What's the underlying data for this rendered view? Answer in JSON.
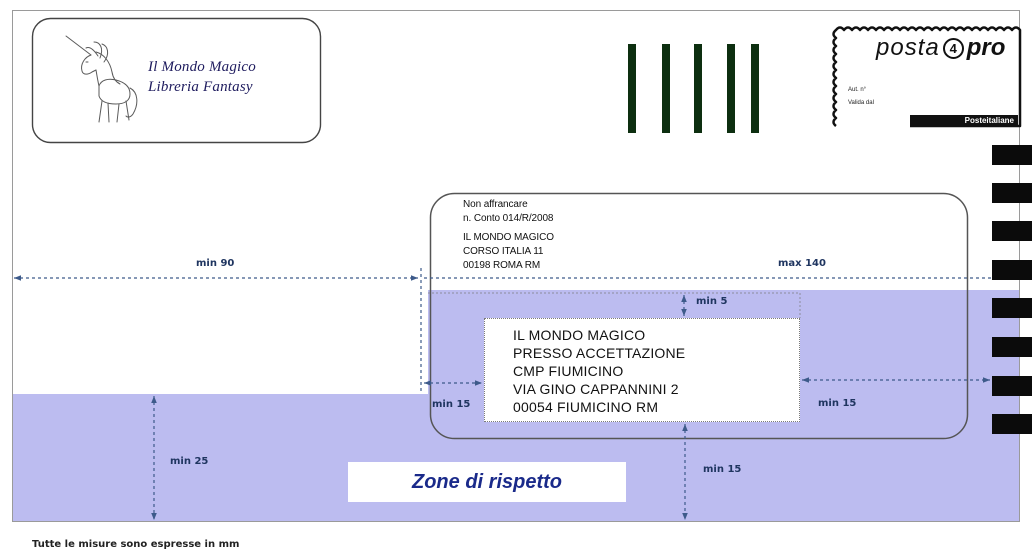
{
  "logo": {
    "icon": "unicorn-icon",
    "line1": "Il Mondo Magico",
    "line2": "Libreria Fantasy"
  },
  "stamp": {
    "brand_prefix": "posta",
    "brand_number": "4",
    "brand_suffix": "pro",
    "authorization_label": "Aut. n°",
    "validity_label": "Valida dal",
    "issuer": "Posteitaliane"
  },
  "sender": {
    "lines": [
      "Non affrancare",
      "n. Conto 014/R/2008",
      "IL MONDO MAGICO",
      "CORSO ITALIA 11",
      "00198 ROMA RM"
    ]
  },
  "recipient": {
    "lines": [
      "IL MONDO MAGICO",
      "PRESSO ACCETTAZIONE",
      "CMP FIUMICINO",
      "VIA GINO CAPPANNINI 2",
      "00054 FIUMICINO RM"
    ]
  },
  "dimensions": {
    "left_min": "min 90",
    "right_max": "max 140",
    "top_margin": "min 5",
    "left_margin": "min 15",
    "right_margin": "min 15",
    "bottom_zone": "min 25",
    "bottom_margin": "min 15"
  },
  "zone_label": "Zone di rispetto",
  "footnote": "Tutte le misure sono espresse in mm",
  "colors": {
    "respect_zone": "#bcbcf0",
    "dimension_line": "#3d5a8a",
    "dimension_label": "#1f3560",
    "zone_label": "#1a2a8a",
    "logo_text": "#1e1b5e",
    "postal_bars": "#0d2f10"
  }
}
